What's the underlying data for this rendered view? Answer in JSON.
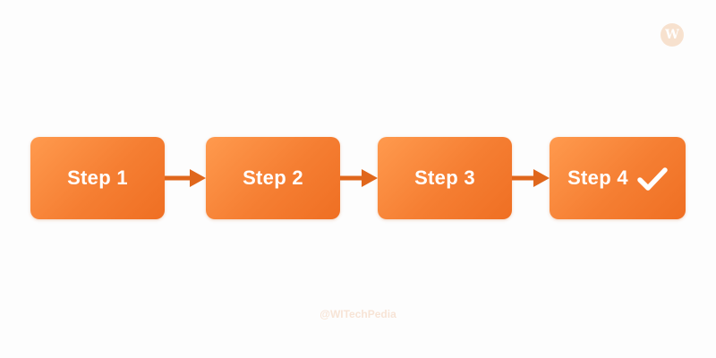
{
  "brand": {
    "logo_letter": "W",
    "watermark": "@WITechPedia"
  },
  "steps": [
    {
      "label": "Step 1",
      "completed": false
    },
    {
      "label": "Step 2",
      "completed": false
    },
    {
      "label": "Step 3",
      "completed": false
    },
    {
      "label": "Step 4",
      "completed": true
    }
  ],
  "connectors": [
    {
      "from": "Step 1",
      "to": "Step 2"
    },
    {
      "from": "Step 2",
      "to": "Step 3"
    },
    {
      "from": "Step 3",
      "to": "Step 4"
    }
  ],
  "colors": {
    "step_fill": "#f57e32",
    "arrow": "#e0671c",
    "text": "#ffffff"
  },
  "icons": {
    "completed": "checkmark-icon",
    "connector": "arrow-right-icon"
  }
}
